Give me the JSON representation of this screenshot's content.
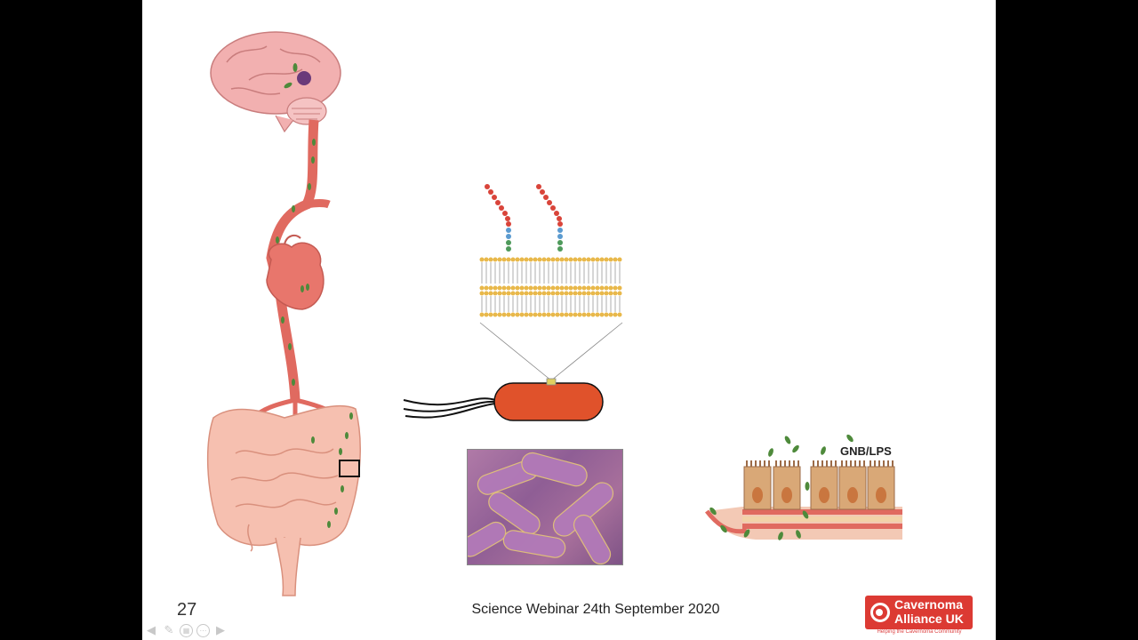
{
  "slide": {
    "number": "27",
    "footer": "Science Webinar 24th September 2020",
    "gnb_label": "GNB/LPS"
  },
  "logo": {
    "line1": "Cavernoma",
    "line2": "Alliance UK",
    "tagline": "Helping the Cavernoma Community",
    "color": "#dc3a33"
  },
  "nav": {
    "prev_icon": "arrow-left-icon",
    "pen_icon": "pen-icon",
    "slides_icon": "slides-icon",
    "more_icon": "more-icon",
    "next_icon": "arrow-right-icon"
  },
  "colors": {
    "vessel": "#e06a60",
    "bacteria_green": "#4e8a3b",
    "bacterium_body": "#e0522b",
    "brain": "#f2b0b0",
    "gut": "#f6c0b0"
  }
}
